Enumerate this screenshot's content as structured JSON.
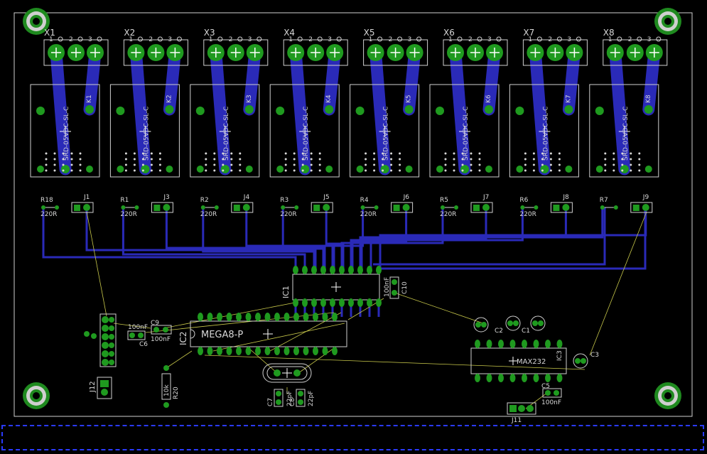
{
  "board": {
    "colors": {
      "background": "#000000",
      "outline": "#d0d0d0",
      "trace": "#2a2ab8",
      "pad": "#1f9a1f",
      "airwire": "#c8c84a",
      "silkscreen": "#d8d8d8",
      "keepout": "#2a3aff"
    }
  },
  "terminals": [
    {
      "ref": "X1",
      "pins": [
        "1",
        "2",
        "3"
      ]
    },
    {
      "ref": "X2",
      "pins": [
        "1",
        "2",
        "3"
      ]
    },
    {
      "ref": "X3",
      "pins": [
        "1",
        "2",
        "3"
      ]
    },
    {
      "ref": "X4",
      "pins": [
        "1",
        "2",
        "3"
      ]
    },
    {
      "ref": "X5",
      "pins": [
        "1",
        "2",
        "3"
      ]
    },
    {
      "ref": "X6",
      "pins": [
        "1",
        "2",
        "3"
      ]
    },
    {
      "ref": "X7",
      "pins": [
        "1",
        "2",
        "3"
      ]
    },
    {
      "ref": "X8",
      "pins": [
        "1",
        "2",
        "3"
      ]
    }
  ],
  "relays": [
    {
      "ref": "K1",
      "value": "SRD-05VDC-SL-C"
    },
    {
      "ref": "K2",
      "value": "SRD-05VDC-SL-C"
    },
    {
      "ref": "K3",
      "value": "SRD-05VDC-SL-C"
    },
    {
      "ref": "K4",
      "value": "SRD-05VDC-SL-C"
    },
    {
      "ref": "K5",
      "value": "SRD-05VDC-SL-C"
    },
    {
      "ref": "K6",
      "value": "SRD-05VDC-SL-C"
    },
    {
      "ref": "K7",
      "value": "SRD-05VDC-SL-C"
    },
    {
      "ref": "K8",
      "value": "SRD-05VDC-SL-C"
    }
  ],
  "resistors": [
    {
      "ref": "R18",
      "value": "220R"
    },
    {
      "ref": "R1",
      "value": "220R"
    },
    {
      "ref": "R2",
      "value": "220R"
    },
    {
      "ref": "R3",
      "value": "220R"
    },
    {
      "ref": "R4",
      "value": "220R"
    },
    {
      "ref": "R5",
      "value": "220R"
    },
    {
      "ref": "R6",
      "value": "220R"
    },
    {
      "ref": "R7",
      "value": ""
    }
  ],
  "jumpers": [
    "J1",
    "J3",
    "J4",
    "J5",
    "J6",
    "J7",
    "J8",
    "J9"
  ],
  "parts": {
    "ic1": {
      "ref": "IC1"
    },
    "ic2": {
      "ref": "IC2",
      "value": "MEGA8-P"
    },
    "ic3": {
      "ref": "IC3",
      "value": "MAX232"
    },
    "c10": {
      "ref": "C10",
      "value": "100nF"
    },
    "c9": {
      "ref": "C9",
      "value": "100nF"
    },
    "c6": {
      "ref": "C6",
      "value": "100nF"
    },
    "c5": {
      "ref": "C5",
      "value": "100nF"
    },
    "c1": {
      "ref": "C1"
    },
    "c2": {
      "ref": "C2"
    },
    "c3": {
      "ref": "C3"
    },
    "c7": {
      "ref": "C7",
      "value": "22pF"
    },
    "c8": {
      "ref": "C8",
      "value": "22pF"
    },
    "r20": {
      "ref": "R20",
      "value": "10k"
    },
    "j11": {
      "ref": "J11"
    },
    "j12": {
      "ref": "J12"
    }
  }
}
